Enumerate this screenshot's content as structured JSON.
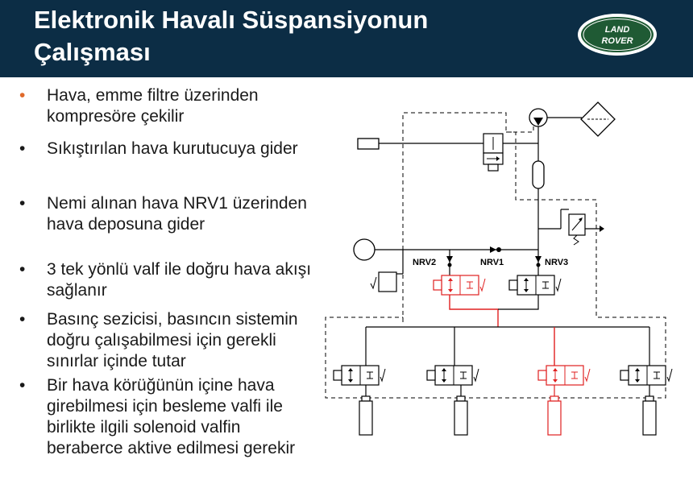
{
  "header": {
    "title_line1": "Elektronik Havalı Süspansiyonun",
    "title_line2": "Çalışması",
    "logo_text_top": "LAND",
    "logo_text_bottom": "ROVER",
    "bg_color": "#0c2d45",
    "logo_color": "#1f5a34"
  },
  "bullets": [
    {
      "marker": "•",
      "marker_color": "#e06a2b",
      "text": "Hava, emme filtre üzerinden kompresöre çekilir"
    },
    {
      "marker": "•",
      "marker_color": "#1a1a1a",
      "text": "Sıkıştırılan hava kurutucuya gider"
    },
    {
      "marker": "•",
      "marker_color": "#1a1a1a",
      "text": "Nemi alınan hava NRV1 üzerinden hava deposuna gider"
    },
    {
      "marker": "•",
      "marker_color": "#1a1a1a",
      "text": "3 tek yönlü valf ile doğru hava akışı sağlanır"
    },
    {
      "marker": "•",
      "marker_color": "#1a1a1a",
      "text": "Basınç sezicisi, basıncın sistemin doğru çalışabilmesi için gerekli sınırlar içinde tutar"
    },
    {
      "marker": "•",
      "marker_color": "#1a1a1a",
      "text": "Bir hava körüğünün içine hava girebilmesi için besleme valfi ile birlikte ilgili solenoid valfin beraberce aktive edilmesi gerekir"
    }
  ],
  "diagram": {
    "labels": {
      "nrv1": "NRV1",
      "nrv2": "NRV2",
      "nrv3": "NRV3"
    },
    "highlight_color": "#e02020"
  }
}
